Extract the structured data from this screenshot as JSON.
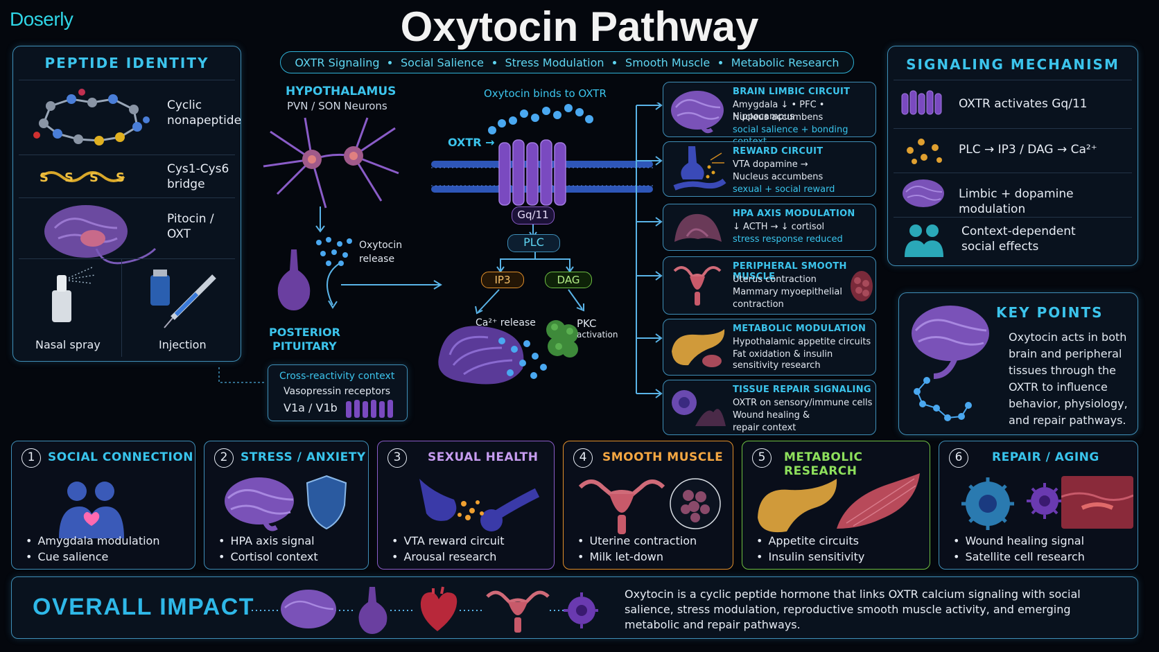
{
  "brand": "Doserly",
  "title": "Oxytocin Pathway",
  "topbar": [
    "OXTR Signaling",
    "Social Salience",
    "Stress Modulation",
    "Smooth Muscle",
    "Metabolic Research"
  ],
  "peptide": {
    "title": "PEPTIDE IDENTITY",
    "rows": [
      {
        "label1": "Cyclic",
        "label2": "nonapeptide",
        "icon": "molecule-icon"
      },
      {
        "label1": "Cys1-Cys6",
        "label2": "bridge",
        "icon": "disulfide-bridge-icon"
      },
      {
        "label1": "Pitocin /",
        "label2": "OXT",
        "icon": "brain-pituitary-icon"
      }
    ],
    "routes": [
      {
        "label": "Nasal spray",
        "icon": "nasal-spray-icon"
      },
      {
        "label": "Injection",
        "icon": "syringe-icon"
      }
    ]
  },
  "center": {
    "hypo_title": "HYPOTHALAMUS",
    "hypo_sub": "PVN / SON Neurons",
    "release1": "Oxytocin",
    "release2": "release",
    "pituitary1": "POSTERIOR",
    "pituitary2": "PITUITARY",
    "binds": "Oxytocin binds to OXTR",
    "oxtr": "OXTR",
    "gq": "Gq/11",
    "plc": "PLC",
    "ip3": "IP3",
    "dag": "DAG",
    "ca": "Ca²⁺ release",
    "pkc1": "PKC",
    "pkc2": "activation",
    "cross_title": "Cross-reactivity context",
    "cross_line1": "Vasopressin receptors",
    "cross_line2": "V1a / V1b"
  },
  "effects": [
    {
      "title": "BRAIN LIMBIC CIRCUIT",
      "l1": "Amygdala ↓ • PFC • Hippocampus",
      "l2": "Nucleus accumbens",
      "l3": "social salience + bonding context",
      "icon": "brain-icon"
    },
    {
      "title": "REWARD CIRCUIT",
      "l1": "VTA dopamine →",
      "l2": "Nucleus accumbens",
      "l3": "sexual + social reward",
      "icon": "synapse-icon"
    },
    {
      "title": "HPA AXIS MODULATION",
      "l1": "↓ ACTH → ↓ cortisol",
      "l2": "stress response reduced",
      "l3": "",
      "icon": "adrenal-icon"
    },
    {
      "title": "PERIPHERAL SMOOTH MUSCLE",
      "l1": "Uterus contraction",
      "l2": "Mammary myoepithelial",
      "l3": "contraction",
      "icon": "uterus-icon"
    },
    {
      "title": "METABOLIC MODULATION",
      "l1": "Hypothalamic appetite circuits",
      "l2": "Fat oxidation & insulin",
      "l3": "sensitivity research",
      "icon": "pancreas-icon"
    },
    {
      "title": "TISSUE REPAIR SIGNALING",
      "l1": "OXTR on sensory/immune cells",
      "l2": "Wound healing &",
      "l3": "repair context",
      "icon": "immune-cell-icon"
    }
  ],
  "mechanism": {
    "title": "SIGNALING MECHANISM",
    "rows": [
      {
        "label": "OXTR activates Gq/11",
        "icon": "receptor-icon"
      },
      {
        "label": "PLC → IP3 / DAG → Ca²⁺",
        "icon": "molecules-icon"
      },
      {
        "label": "Limbic + dopamine modulation",
        "icon": "brain-icon"
      },
      {
        "label1": "Context-dependent",
        "label2": "social effects",
        "icon": "people-icon"
      }
    ]
  },
  "keypoints": {
    "title": "KEY POINTS",
    "lines": [
      "Oxytocin acts in both",
      "brain and peripheral",
      "tissues through the",
      "OXTR to influence",
      "behavior, physiology,",
      "and repair pathways."
    ]
  },
  "cards": [
    {
      "num": "1",
      "title": "SOCIAL CONNECTION",
      "b1": "Amygdala modulation",
      "b2": "Cue salience",
      "color": "#39c4ec",
      "border": "#3f8fb8"
    },
    {
      "num": "2",
      "title": "STRESS / ANXIETY",
      "b1": "HPA axis signal",
      "b2": "Cortisol context",
      "color": "#39c4ec",
      "border": "#3f8fb8"
    },
    {
      "num": "3",
      "title": "SEXUAL HEALTH",
      "b1": "VTA reward circuit",
      "b2": "Arousal research",
      "color": "#c69cf0",
      "border": "#8a5cc8"
    },
    {
      "num": "4",
      "title": "SMOOTH MUSCLE",
      "b1": "Uterine contraction",
      "b2": "Milk let-down",
      "color": "#f5a742",
      "border": "#e3902a"
    },
    {
      "num": "5",
      "title": "METABOLIC RESEARCH",
      "b1": "Appetite circuits",
      "b2": "Insulin sensitivity",
      "color": "#8ee05c",
      "border": "#6fc043"
    },
    {
      "num": "6",
      "title": "REPAIR / AGING",
      "b1": "Wound healing signal",
      "b2": "Satellite cell research",
      "color": "#39c4ec",
      "border": "#3f8fb8"
    }
  ],
  "impact": {
    "title": "OVERALL IMPACT",
    "l1": "Oxytocin is a cyclic peptide hormone that links OXTR calcium signaling with social",
    "l2": "salience, stress modulation, reproductive smooth muscle activity, and emerging",
    "l3": "metabolic and repair pathways."
  }
}
